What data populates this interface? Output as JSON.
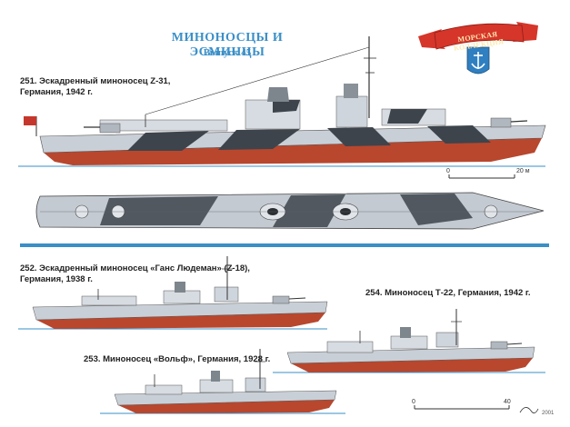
{
  "header": {
    "title": "МИНОНОСЦЫ И ЭСМИНЦЫ",
    "issue": "Выпуск 45",
    "logo_text": "МОРСКАЯ КОЛЛЕКЦИЯ"
  },
  "ships": [
    {
      "line1": "251. Эскадренный миноносец Z-31,",
      "line2": "Германия, 1942 г."
    },
    {
      "line1": "252. Эскадренный миноносец «Ганс Людеман» (Z-18),",
      "line2": "Германия, 1938 г."
    },
    {
      "line1": "253. Миноносец «Вольф», Германия, 1928 г.",
      "line2": ""
    },
    {
      "line1": "254. Миноносец Т-22, Германия, 1942 г.",
      "line2": ""
    }
  ],
  "scales": {
    "top_start": "0",
    "top_end": "20 м",
    "bottom_start": "0",
    "bottom_end": "40"
  },
  "copyright": "2001",
  "colors": {
    "accent_blue": "#3a8fc7",
    "hull_red": "#b8472e",
    "hull_grey": "#c9cfd6",
    "camo_dark": "#3d444c",
    "logo_red": "#d6352a"
  }
}
